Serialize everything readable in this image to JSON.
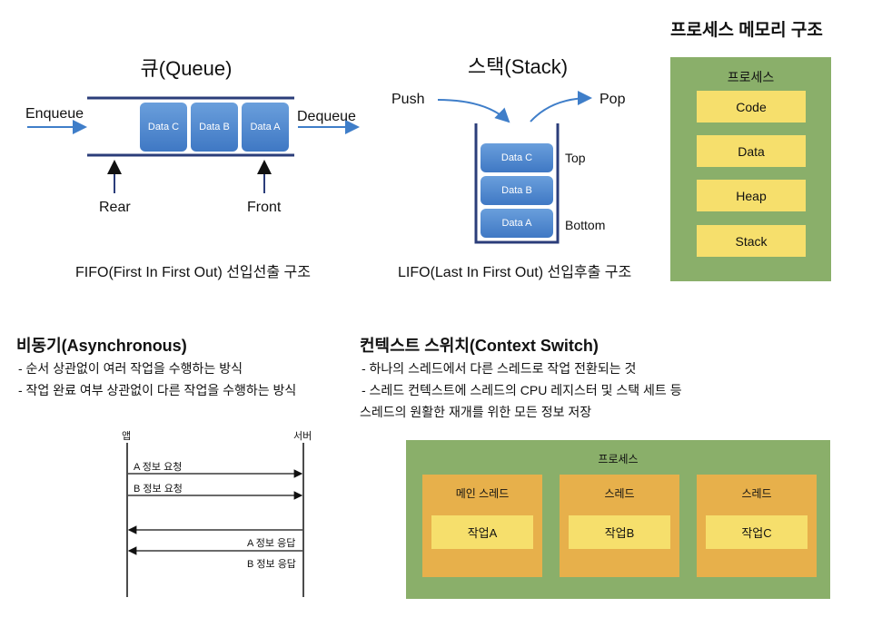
{
  "queue": {
    "title": "큐(Queue)",
    "enqueue": "Enqueue",
    "dequeue": "Dequeue",
    "items": [
      "Data C",
      "Data B",
      "Data A"
    ],
    "rear": "Rear",
    "front": "Front",
    "caption": "FIFO(First In First Out) 선입선출 구조"
  },
  "stack": {
    "title": "스택(Stack)",
    "push": "Push",
    "pop": "Pop",
    "items": [
      "Data C",
      "Data B",
      "Data A"
    ],
    "top": "Top",
    "bottom": "Bottom",
    "caption": "LIFO(Last In First Out) 선입후출 구조"
  },
  "memory": {
    "title": "프로세스 메모리 구조",
    "process_label": "프로세스",
    "segments": [
      "Code",
      "Data",
      "Heap",
      "Stack"
    ]
  },
  "async": {
    "title": "비동기(Asynchronous)",
    "bullets": [
      "- 순서 상관없이 여러 작업을 수행하는 방식",
      "- 작업 완료 여부 상관없이 다른 작업을 수행하는 방식"
    ],
    "app": "앱",
    "server": "서버",
    "messages": [
      "A 정보 요청",
      "B 정보 요청",
      "A 정보 응답",
      "B 정보 응답"
    ]
  },
  "context": {
    "title": "컨텍스트 스위치(Context Switch)",
    "bullets": [
      "- 하나의 스레드에서 다른 스레드로 작업 전환되는 것",
      "- 스레드 컨텍스트에 스레드의 CPU 레지스터 및 스택 세트 등"
    ],
    "line3": "스레드의 원활한 재개를 위한 모든 정보 저장",
    "process_label": "프로세스",
    "threads": [
      {
        "name": "메인 스레드",
        "task": "작업A"
      },
      {
        "name": "스레드",
        "task": "작업B"
      },
      {
        "name": "스레드",
        "task": "작업C"
      }
    ]
  },
  "colors": {
    "data_blue": "#4a82cc",
    "green": "#8aaf6a",
    "yellow": "#f6df6c",
    "orange": "#e7b04b",
    "navy": "#2b3d7a",
    "arrow_blue": "#3f7ec9"
  }
}
